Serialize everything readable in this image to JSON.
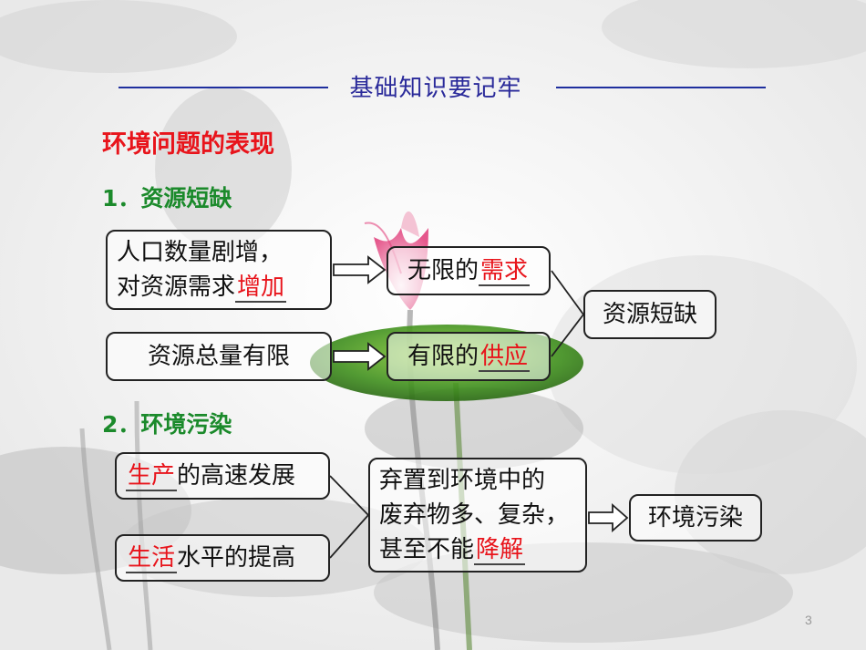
{
  "header": {
    "title": "基础知识要记牢"
  },
  "section_title": "环境问题的表现",
  "part1": {
    "title": "1．资源短缺",
    "box_a": {
      "line1": "人口数量剧增，",
      "line2_prefix": "对资源需求",
      "line2_fill": "增加"
    },
    "box_b": {
      "text": "资源总量有限"
    },
    "box_c": {
      "prefix": "无限的",
      "fill": "需求"
    },
    "box_d": {
      "prefix": "有限的",
      "fill": "供应"
    },
    "result": "资源短缺"
  },
  "part2": {
    "title": "2．环境污染",
    "box_a": {
      "fill": "生产",
      "suffix": "的高速发展"
    },
    "box_b": {
      "fill": "生活",
      "suffix": "水平的提高"
    },
    "middle": {
      "line1": "弃置到环境中的",
      "line2": "废弃物多、复杂，",
      "line3_prefix": "甚至不能",
      "line3_fill": "降解"
    },
    "result": "环境污染"
  },
  "page_number": "3",
  "colors": {
    "accent_red": "#e8141b",
    "heading_green": "#1b8a2b",
    "rule_blue": "#1f2f9e"
  }
}
